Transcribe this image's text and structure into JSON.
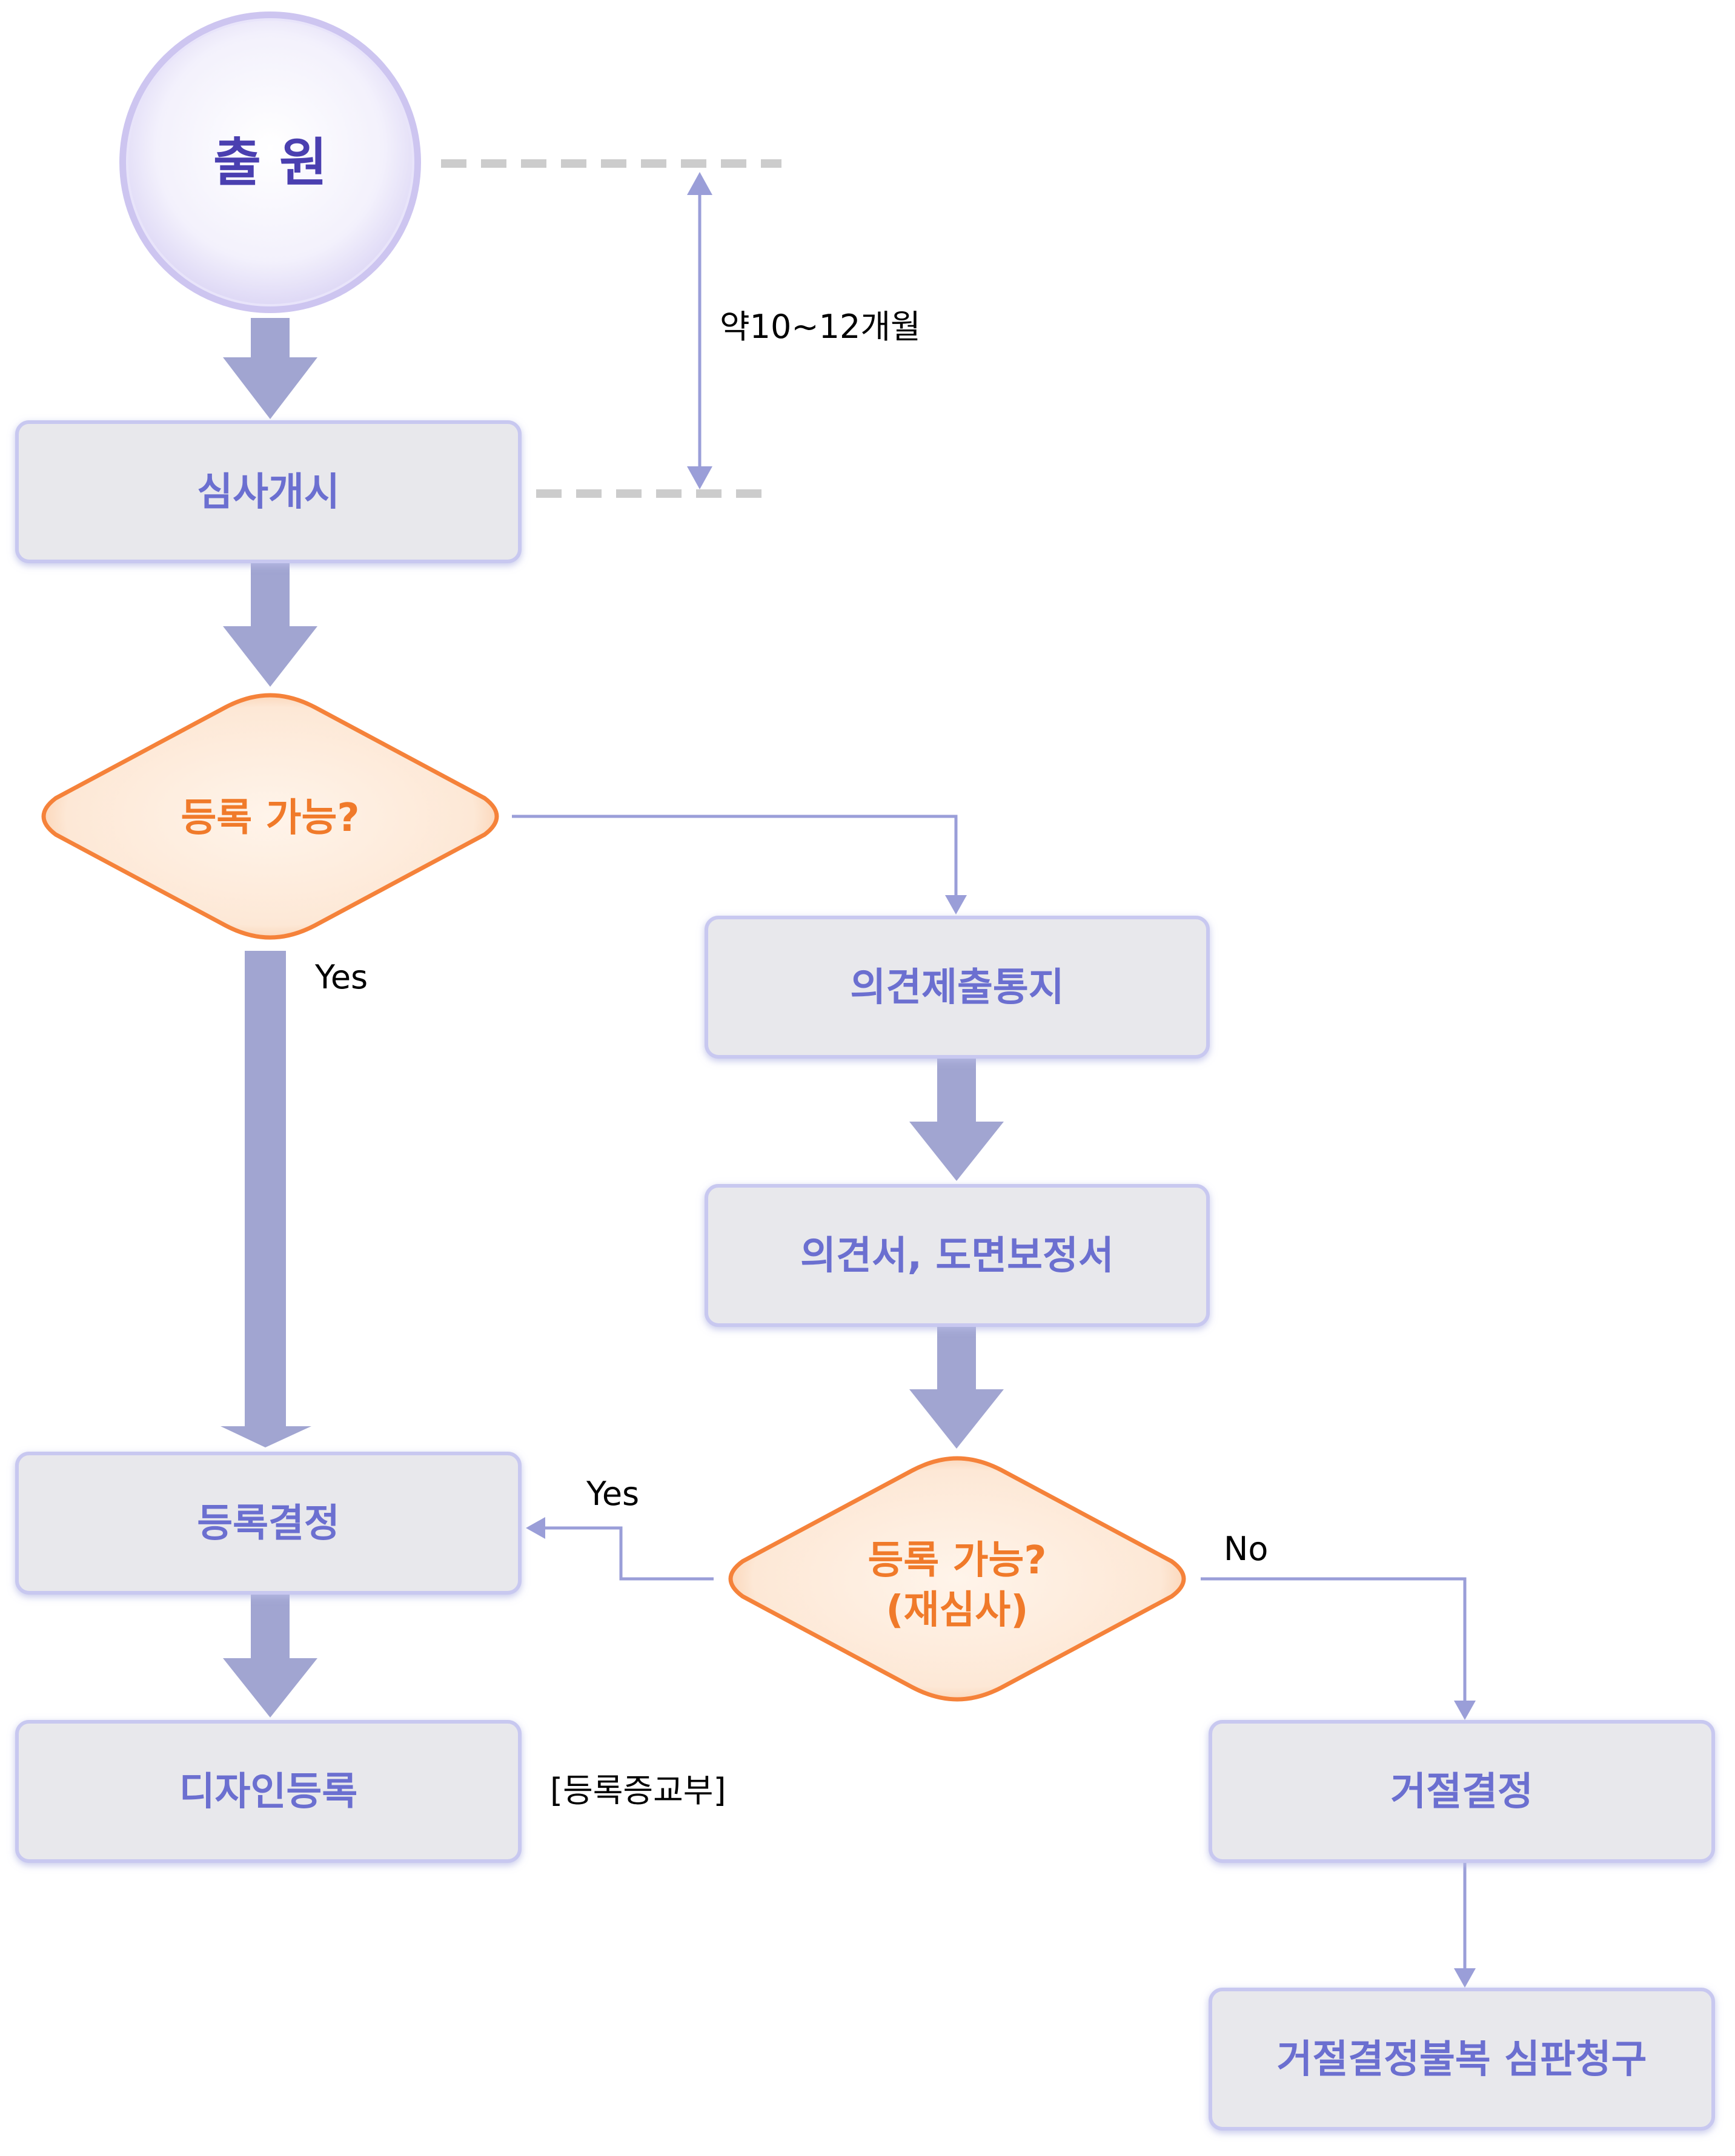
{
  "nodes": {
    "start": "출 원",
    "exam_start": "심사개시",
    "decision1": "등록 가능?",
    "opinion_notice": "의견제출통지",
    "opinion_docs": "의견서, 도면보정서",
    "decision2_line1": "등록 가능?",
    "decision2_line2": "(재심사)",
    "registration_decision": "등록결정",
    "design_registration": "디자인등록",
    "rejection_decision": "거절결정",
    "appeal": "거절결정불복 심판청구"
  },
  "labels": {
    "duration": "약10~12개월",
    "yes1": "Yes",
    "yes2": "Yes",
    "no": "No",
    "certificate": "[등록증교부]"
  },
  "colors": {
    "box_fill": "#e8e8ec",
    "box_border": "#c8c8f0",
    "arrow": "#a1a5d1",
    "thin_arrow": "#9a9ed8",
    "diamond_fill": "#fdeee2",
    "diamond_border": "#f5823a",
    "dashed_guide": "#cccccc"
  }
}
